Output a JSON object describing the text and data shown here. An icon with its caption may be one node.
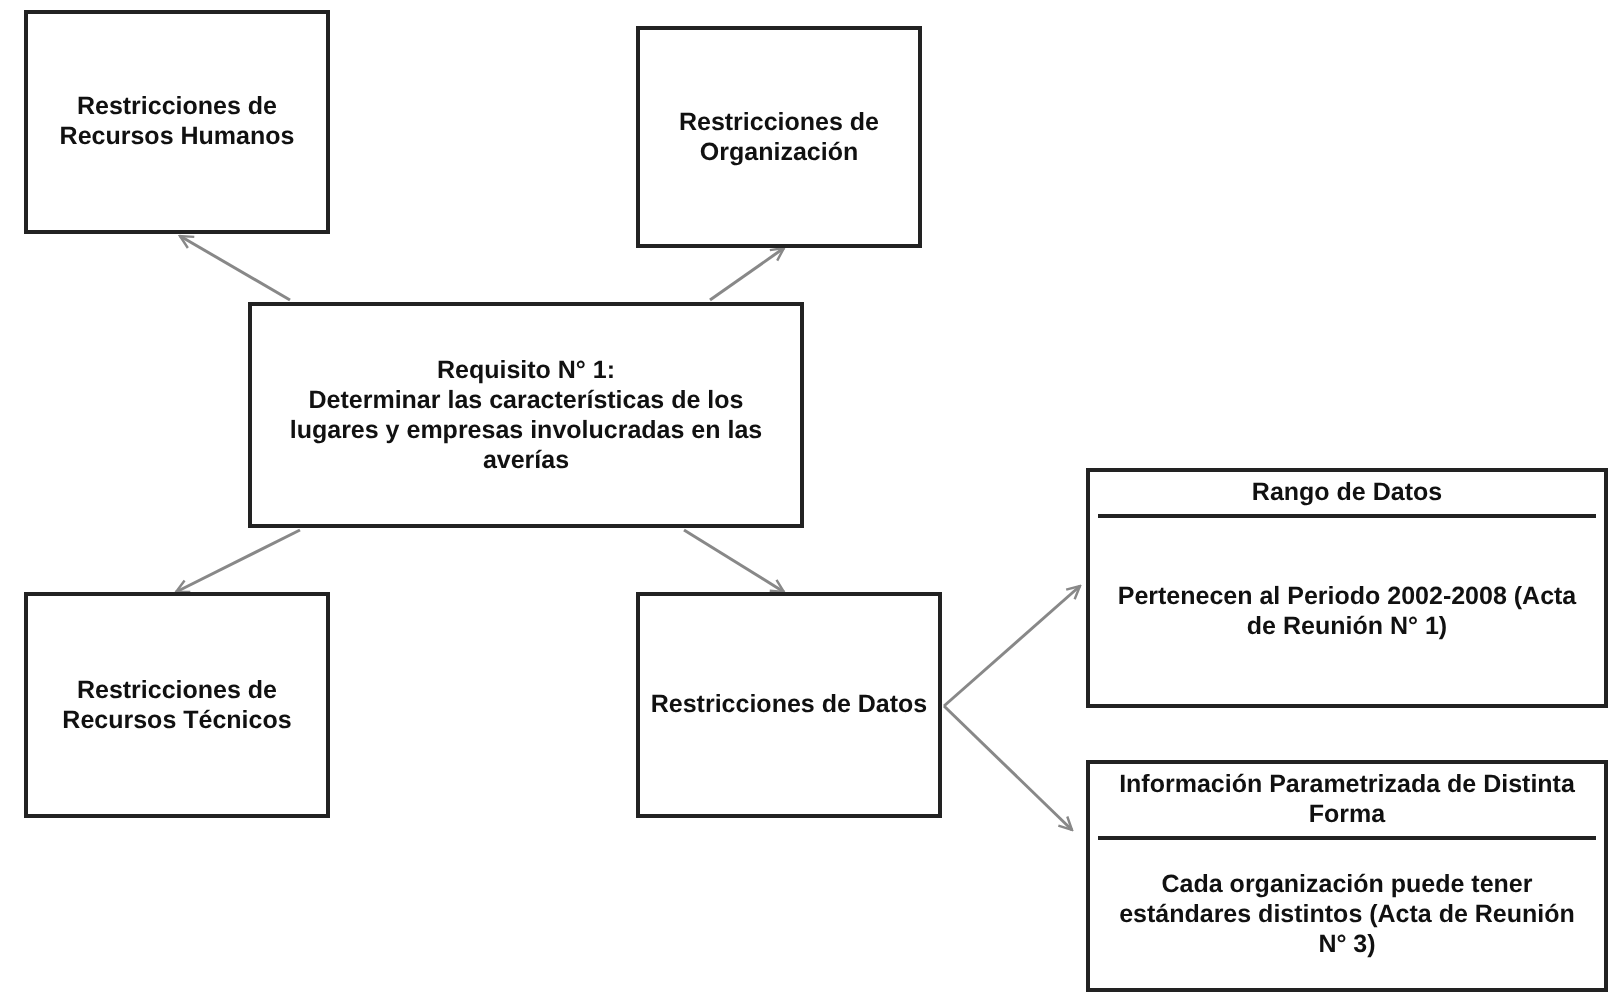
{
  "diagram": {
    "nodes": [
      {
        "text": [
          "Requisito N° 1:",
          "Determinar las características de los lugares y empresas involucradas en las averías"
        ]
      },
      {
        "text": [
          "Restricciones de Recursos Humanos"
        ]
      },
      {
        "text": [
          "Restricciones de Organización"
        ]
      },
      {
        "text": [
          "Restricciones de Recursos Técnicos"
        ]
      },
      {
        "text": [
          "Restricciones de Datos"
        ]
      },
      {
        "text": [
          "Rango de Datos",
          "Pertenecen al Periodo 2002-2008 (Acta de Reunión N° 1)"
        ]
      },
      {
        "text": [
          "Información Parametrizada de Distinta Forma",
          "Cada organización puede tener estándares distintos (Acta de Reunión N° 3)"
        ]
      }
    ],
    "edges": [
      {
        "from": 0,
        "to": 1,
        "arrow": "to"
      },
      {
        "from": 0,
        "to": 2,
        "arrow": "to"
      },
      {
        "from": 0,
        "to": 3,
        "arrow": "to"
      },
      {
        "from": 0,
        "to": 4,
        "arrow": "to"
      },
      {
        "from": 4,
        "to": 5,
        "arrow": "to"
      },
      {
        "from": 4,
        "to": 6,
        "arrow": "to"
      }
    ]
  }
}
